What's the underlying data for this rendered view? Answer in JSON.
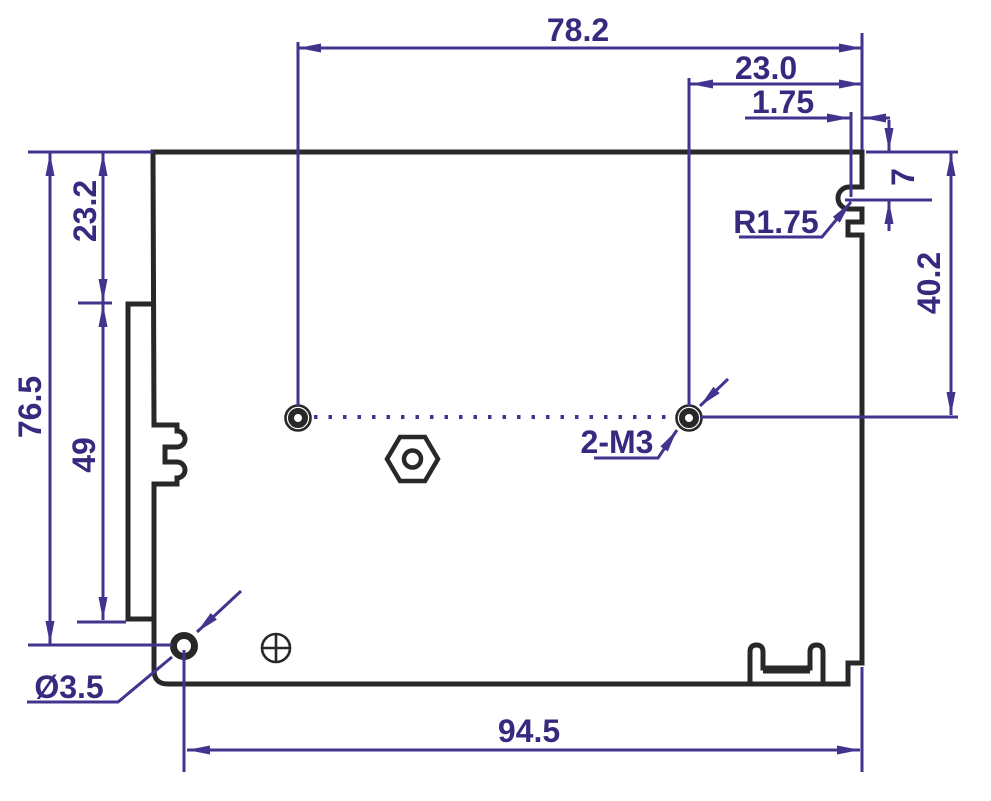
{
  "colors": {
    "line": "#41348f",
    "text": "#352a7d",
    "outline": "#282828",
    "bg": "#ffffff"
  },
  "dimensions": {
    "overall_top": "78.2",
    "hole_to_right_edge": "23.0",
    "tab_offset": "1.75",
    "notch_depth": "7",
    "hole_offset_right_side": "40.2",
    "overall_left": "76.5",
    "flange_top_offset": "23.2",
    "flange_height": "49",
    "overall_bottom": "94.5"
  },
  "labels": {
    "corner_radius": "R1.75",
    "mounting_holes": "2-M3",
    "hole_diameter": "Ø3.5"
  }
}
